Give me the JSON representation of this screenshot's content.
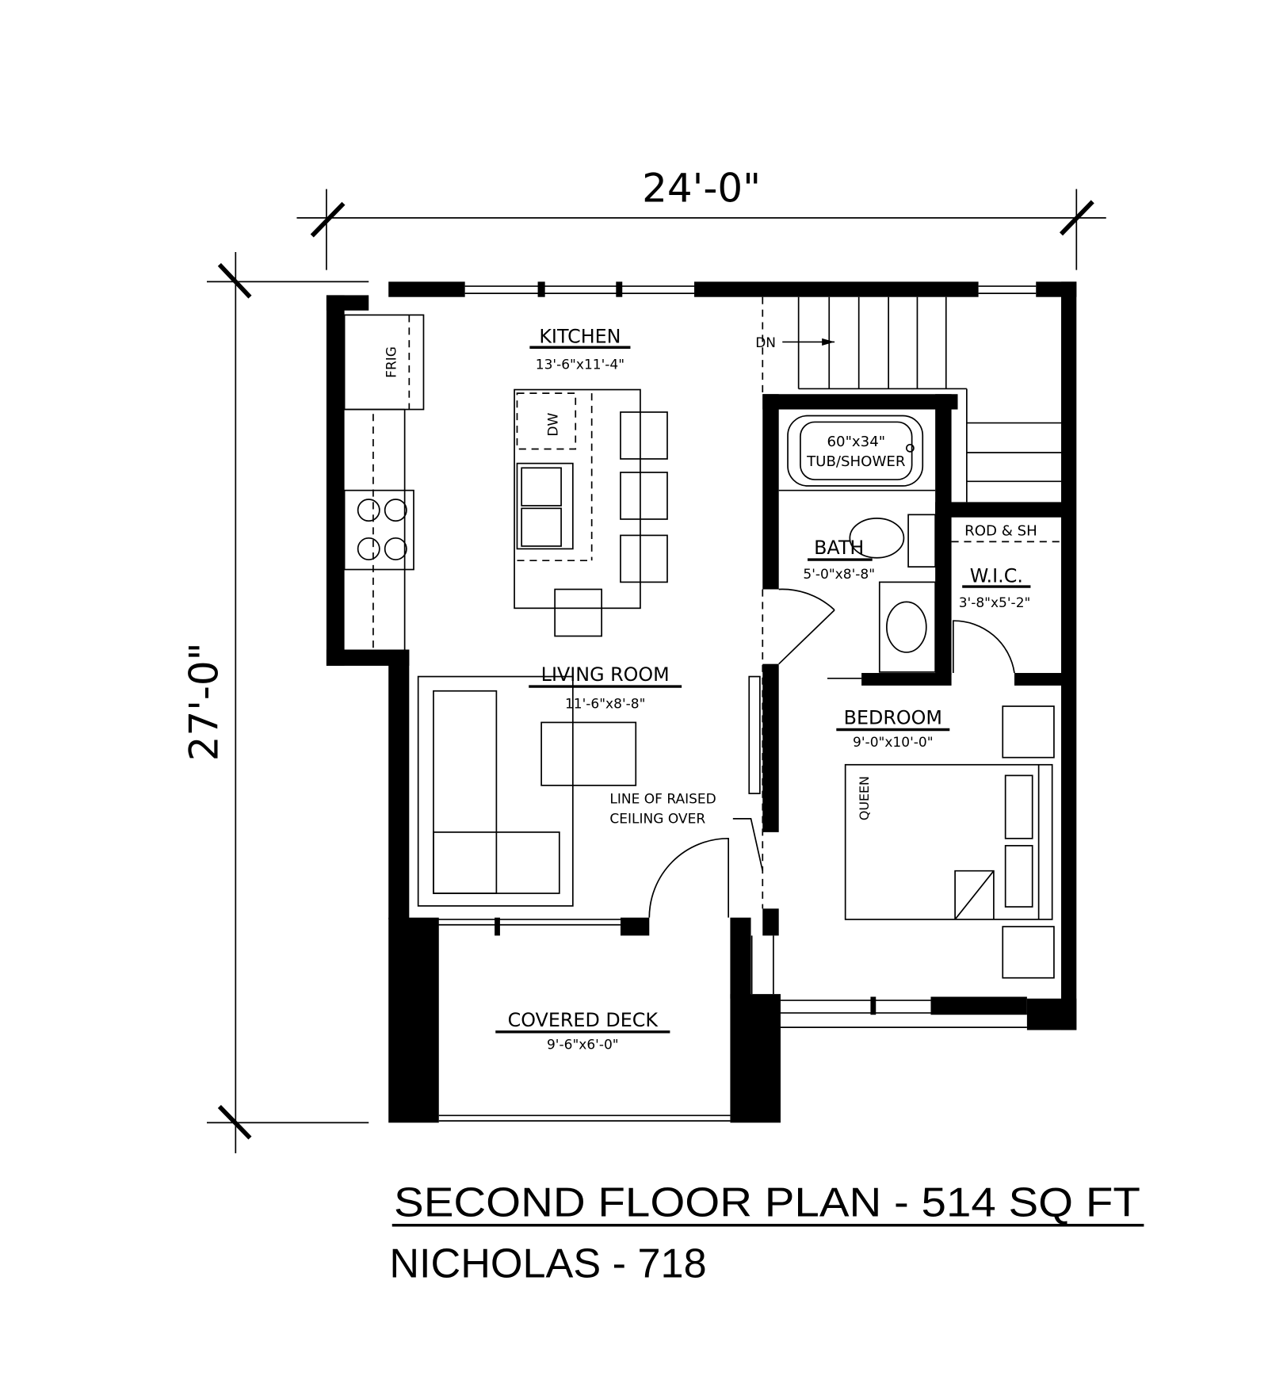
{
  "dimensions": {
    "width": "24'-0\"",
    "depth": "27'-0\""
  },
  "rooms": {
    "kitchen": {
      "name": "KITCHEN",
      "size": "13'-6\"x11'-4\""
    },
    "living": {
      "name": "LIVING ROOM",
      "size": "11'-6\"x8'-8\""
    },
    "bath": {
      "name": "BATH",
      "size": "5'-0\"x8'-8\""
    },
    "wic": {
      "name": "W.I.C.",
      "size": "3'-8\"x5'-2\""
    },
    "bedroom": {
      "name": "BEDROOM",
      "size": "9'-0\"x10'-0\""
    },
    "deck": {
      "name": "COVERED DECK",
      "size": "9'-6\"x6'-0\""
    }
  },
  "fixtures": {
    "frig": "FRIG",
    "dw": "DW",
    "tub_size": "60\"x34\"",
    "tub_label": "TUB/SHOWER",
    "rod": "ROD & SH",
    "queen": "QUEEN",
    "dn": "DN"
  },
  "notes": {
    "ceiling_line1": "LINE OF RAISED",
    "ceiling_line2": "CEILING OVER"
  },
  "title": {
    "plan": "SECOND FLOOR PLAN - 514 SQ FT",
    "model": "NICHOLAS - 718"
  }
}
